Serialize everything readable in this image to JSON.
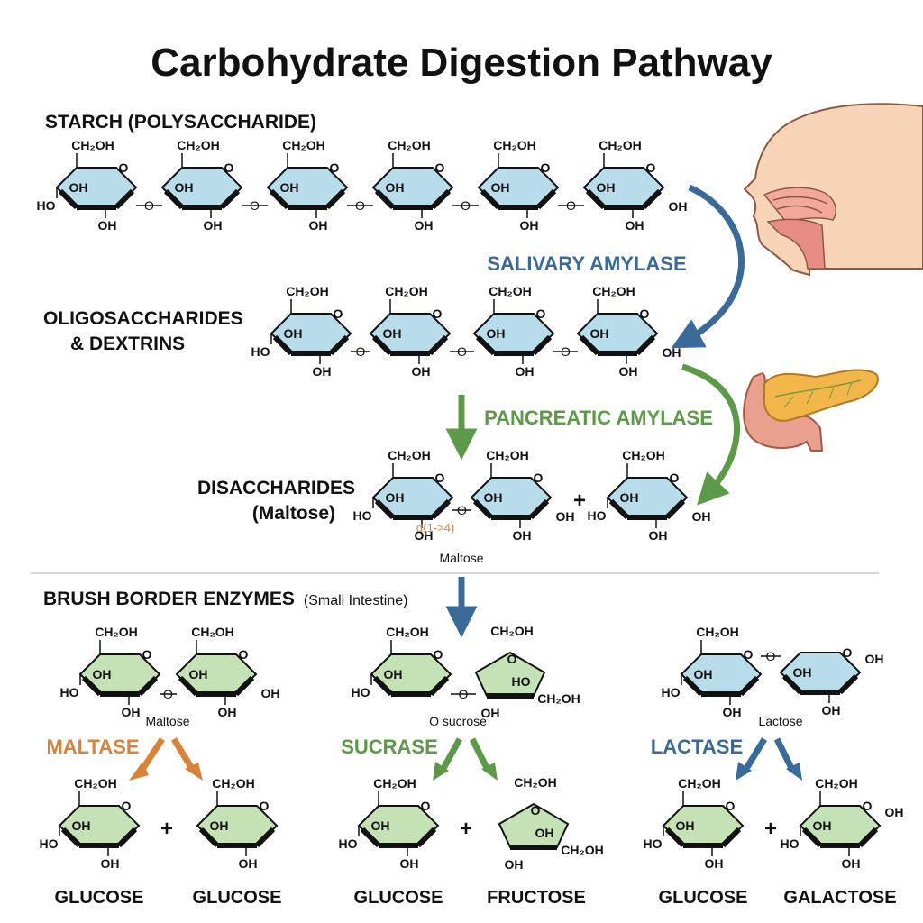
{
  "title": "Carbohydrate Digestion Pathway",
  "colors": {
    "blue_ring": "#b9dcea",
    "green_ring": "#c4e2b6",
    "salivary": "#3a6a9a",
    "pancreatic": "#5c9a4a",
    "maltase": "#d98338",
    "sucrase": "#5c9a4a",
    "lactase": "#3a6a9a",
    "divider": "#cccccc"
  },
  "atoms": {
    "ch2oh": "CH₂OH",
    "oh": "OH",
    "ho": "HO",
    "o": "O"
  },
  "stages": {
    "starch": {
      "label": "STARCH (POLYSACCHARIDE)"
    },
    "oligo": {
      "line1": "OLIGOSACCHARIDES",
      "line2": "& DEXTRINS"
    },
    "di": {
      "line1": "DISACCHARIDES",
      "line2": "(Maltose)",
      "bond": "α(1->4)",
      "caption": "Maltose",
      "plus": "+"
    },
    "brush": {
      "label": "BRUSH BORDER ENZYMES",
      "sub": "(Small Intestine)"
    }
  },
  "enzymes": {
    "salivary": "SALIVARY AMYLASE",
    "pancreatic": "PANCREATIC AMYLASE",
    "maltase": "MALTASE",
    "sucrase": "SUCRASE",
    "lactase": "LACTASE"
  },
  "captions": {
    "maltose": "Maltose",
    "sucrose": "O sucrose",
    "lactose": "Lactose"
  },
  "products": {
    "maltase": [
      "GLUCOSE",
      "GLUCOSE"
    ],
    "sucrase": [
      "GLUCOSE",
      "FRUCTOSE"
    ],
    "lactase": [
      "GLUCOSE",
      "GALACTOSE"
    ],
    "plus": "+"
  },
  "icons": [
    "head-profile-icon",
    "pancreas-icon"
  ]
}
